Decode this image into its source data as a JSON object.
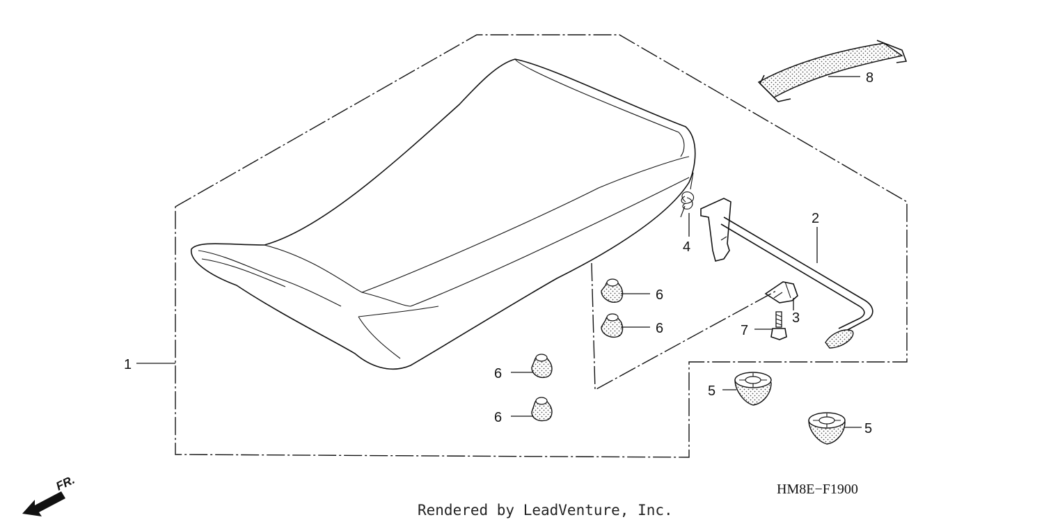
{
  "callouts": {
    "c1": "1",
    "c2": "2",
    "c3": "3",
    "c4": "4",
    "c5a": "5",
    "c5b": "5",
    "c6a": "6",
    "c6b": "6",
    "c6c": "6",
    "c6d": "6",
    "c7": "7",
    "c8": "8"
  },
  "diagram_code": "HM8E−F1900",
  "front_indicator": "FR.",
  "credit": "Rendered by LeadVenture, Inc."
}
